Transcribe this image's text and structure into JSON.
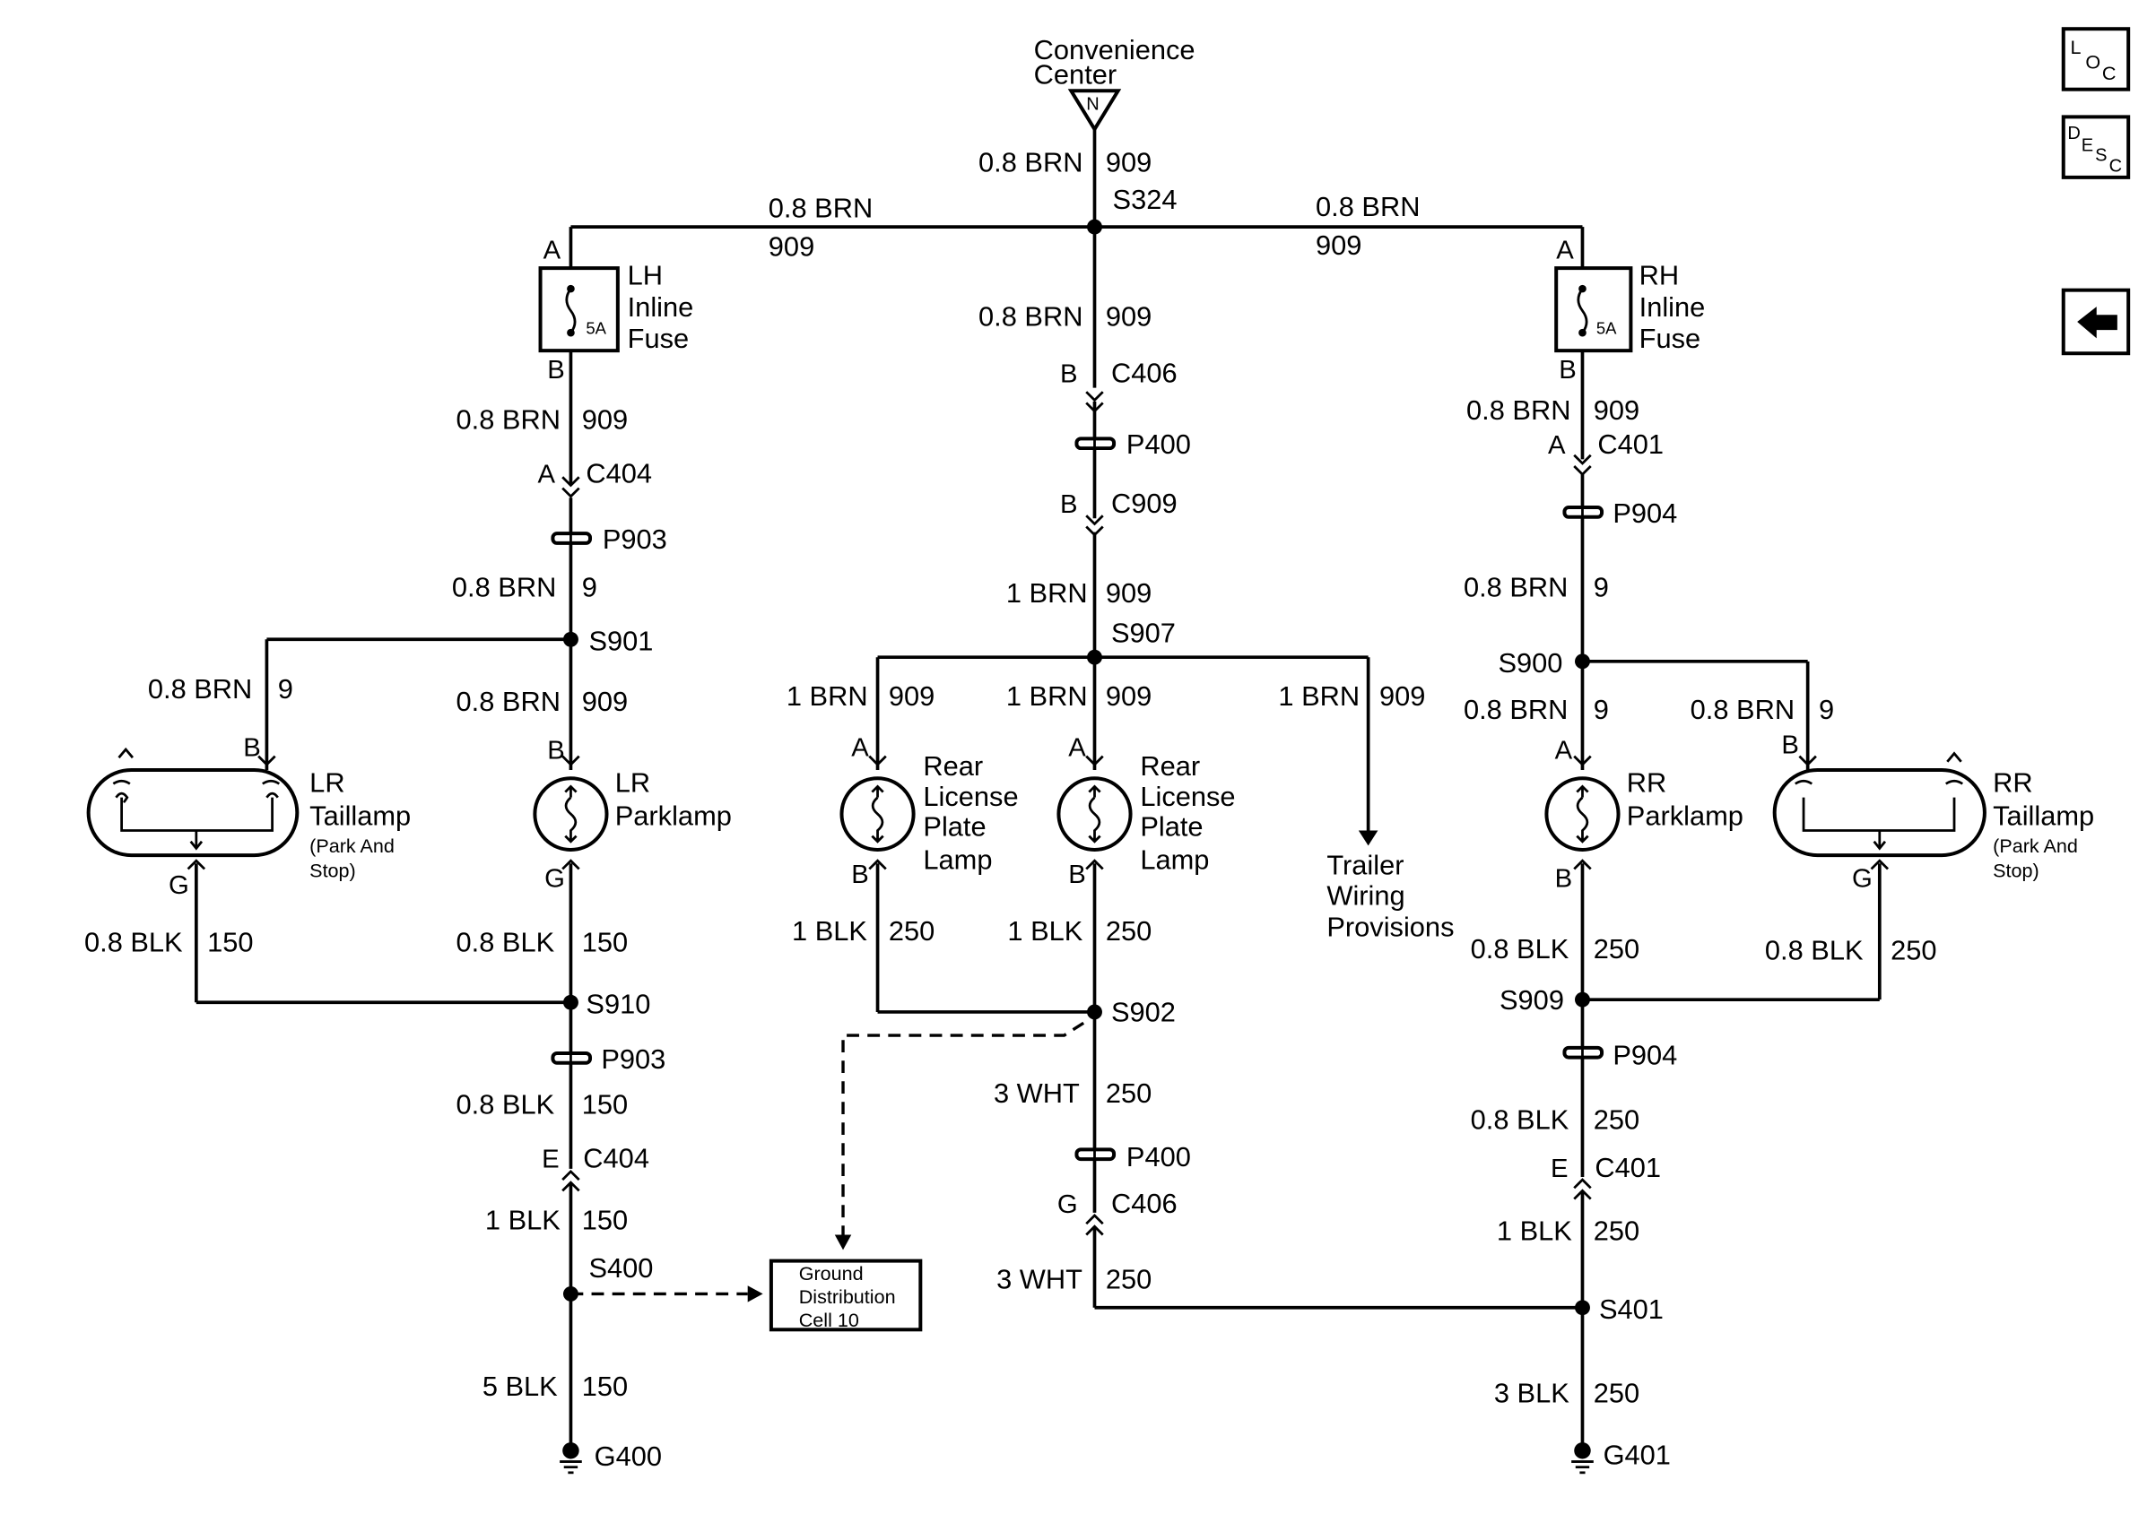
{
  "source": {
    "label": "Convenience Center",
    "pin": "N"
  },
  "fuses": {
    "rating": "5A"
  },
  "labels": [
    {
      "id": "feed-gauge",
      "t": "0.8 BRN"
    },
    {
      "id": "feed-circuit",
      "t": "909"
    },
    {
      "id": "s324",
      "t": "S324"
    },
    {
      "id": "bus-l-gauge",
      "t": "0.8 BRN"
    },
    {
      "id": "bus-l-circuit",
      "t": "909"
    },
    {
      "id": "bus-r-gauge",
      "t": "0.8 BRN"
    },
    {
      "id": "bus-r-circuit",
      "t": "909"
    },
    {
      "id": "lhfuse-pin-a",
      "t": "A"
    },
    {
      "id": "lhfuse-pin-b",
      "t": "B"
    },
    {
      "id": "lhfuse-name",
      "t": "LH"
    },
    {
      "id": "lhfuse-name2",
      "t": "Inline"
    },
    {
      "id": "lhfuse-name3",
      "t": "Fuse"
    },
    {
      "id": "rhfuse-pin-a",
      "t": "A"
    },
    {
      "id": "rhfuse-pin-b",
      "t": "B"
    },
    {
      "id": "rhfuse-name",
      "t": "RH"
    },
    {
      "id": "rhfuse-name2",
      "t": "Inline"
    },
    {
      "id": "rhfuse-name3",
      "t": "Fuse"
    },
    {
      "id": "l1-gauge",
      "t": "0.8 BRN"
    },
    {
      "id": "l1-circuit",
      "t": "909"
    },
    {
      "id": "c404-pin-a",
      "t": "A"
    },
    {
      "id": "c404-top",
      "t": "C404"
    },
    {
      "id": "p903-top",
      "t": "P903"
    },
    {
      "id": "l2-gauge",
      "t": "0.8 BRN"
    },
    {
      "id": "l2-circuit",
      "t": "9"
    },
    {
      "id": "s901",
      "t": "S901"
    },
    {
      "id": "lrt-gauge",
      "t": "0.8 BRN"
    },
    {
      "id": "lrt-circuit",
      "t": "9"
    },
    {
      "id": "lrp-gauge",
      "t": "0.8 BRN"
    },
    {
      "id": "lrp-circuit",
      "t": "909"
    },
    {
      "id": "lrt-pin-b",
      "t": "B"
    },
    {
      "id": "lrp-pin-b",
      "t": "B"
    },
    {
      "id": "lrt-name",
      "t": "LR"
    },
    {
      "id": "lrt-name2",
      "t": "Taillamp"
    },
    {
      "id": "lrt-sub",
      "t": "(Park And"
    },
    {
      "id": "lrt-sub2",
      "t": "Stop)"
    },
    {
      "id": "lrp-name",
      "t": "LR"
    },
    {
      "id": "lrp-name2",
      "t": "Parklamp"
    },
    {
      "id": "lrt-pin-g",
      "t": "G"
    },
    {
      "id": "lrp-pin-g",
      "t": "G"
    },
    {
      "id": "lrt-gnd-gauge",
      "t": "0.8 BLK"
    },
    {
      "id": "lrt-gnd-circuit",
      "t": "150"
    },
    {
      "id": "lrp-gnd-gauge",
      "t": "0.8 BLK"
    },
    {
      "id": "lrp-gnd-circuit",
      "t": "150"
    },
    {
      "id": "s910",
      "t": "S910"
    },
    {
      "id": "p903-bot",
      "t": "P903"
    },
    {
      "id": "l3-gauge",
      "t": "0.8 BLK"
    },
    {
      "id": "l3-circuit",
      "t": "150"
    },
    {
      "id": "c404-pin-e",
      "t": "E"
    },
    {
      "id": "c404-bot",
      "t": "C404"
    },
    {
      "id": "l4-gauge",
      "t": "1 BLK"
    },
    {
      "id": "l4-circuit",
      "t": "150"
    },
    {
      "id": "s400",
      "t": "S400"
    },
    {
      "id": "l5-gauge",
      "t": "5 BLK"
    },
    {
      "id": "l5-circuit",
      "t": "150"
    },
    {
      "id": "g400",
      "t": "G400"
    },
    {
      "id": "c1-gauge",
      "t": "0.8 BRN"
    },
    {
      "id": "c1-circuit",
      "t": "909"
    },
    {
      "id": "c406-pin-b",
      "t": "B"
    },
    {
      "id": "c406-top",
      "t": "C406"
    },
    {
      "id": "p400-top",
      "t": "P400"
    },
    {
      "id": "c909-pin-b",
      "t": "B"
    },
    {
      "id": "c909",
      "t": "C909"
    },
    {
      "id": "c2-gauge",
      "t": "1 BRN"
    },
    {
      "id": "c2-circuit",
      "t": "909"
    },
    {
      "id": "s907",
      "t": "S907"
    },
    {
      "id": "lp1-gauge",
      "t": "1 BRN"
    },
    {
      "id": "lp1-circuit",
      "t": "909"
    },
    {
      "id": "lp2-gauge",
      "t": "1 BRN"
    },
    {
      "id": "lp2-circuit",
      "t": "909"
    },
    {
      "id": "trl-gauge",
      "t": "1 BRN"
    },
    {
      "id": "trl-circuit",
      "t": "909"
    },
    {
      "id": "lp1-pin-a",
      "t": "A"
    },
    {
      "id": "lp2-pin-a",
      "t": "A"
    },
    {
      "id": "lp1-name",
      "t": "Rear"
    },
    {
      "id": "lp1-name2",
      "t": "License"
    },
    {
      "id": "lp1-name3",
      "t": "Plate"
    },
    {
      "id": "lp1-name4",
      "t": "Lamp"
    },
    {
      "id": "lp2-name",
      "t": "Rear"
    },
    {
      "id": "lp2-name2",
      "t": "License"
    },
    {
      "id": "lp2-name3",
      "t": "Plate"
    },
    {
      "id": "lp2-name4",
      "t": "Lamp"
    },
    {
      "id": "lp1-pin-b",
      "t": "B"
    },
    {
      "id": "lp2-pin-b",
      "t": "B"
    },
    {
      "id": "trl-name",
      "t": "Trailer"
    },
    {
      "id": "trl-name2",
      "t": "Wiring"
    },
    {
      "id": "trl-name3",
      "t": "Provisions"
    },
    {
      "id": "lp1-gnd-gauge",
      "t": "1 BLK"
    },
    {
      "id": "lp1-gnd-circuit",
      "t": "250"
    },
    {
      "id": "lp2-gnd-gauge",
      "t": "1 BLK"
    },
    {
      "id": "lp2-gnd-circuit",
      "t": "250"
    },
    {
      "id": "s902",
      "t": "S902"
    },
    {
      "id": "c3-gauge",
      "t": "3 WHT"
    },
    {
      "id": "c3-circuit",
      "t": "250"
    },
    {
      "id": "p400-bot",
      "t": "P400"
    },
    {
      "id": "c406-pin-g",
      "t": "G"
    },
    {
      "id": "c406-bot",
      "t": "C406"
    },
    {
      "id": "c4-gauge",
      "t": "3 WHT"
    },
    {
      "id": "c4-circuit",
      "t": "250"
    },
    {
      "id": "gdc-name",
      "t": "Ground"
    },
    {
      "id": "gdc-name2",
      "t": "Distribution"
    },
    {
      "id": "gdc-name3",
      "t": "Cell 10"
    },
    {
      "id": "r1-gauge",
      "t": "0.8 BRN"
    },
    {
      "id": "r1-circuit",
      "t": "909"
    },
    {
      "id": "c401-pin-a",
      "t": "A"
    },
    {
      "id": "c401-top",
      "t": "C401"
    },
    {
      "id": "p904-top",
      "t": "P904"
    },
    {
      "id": "r2-gauge",
      "t": "0.8 BRN"
    },
    {
      "id": "r2-circuit",
      "t": "9"
    },
    {
      "id": "s900",
      "t": "S900"
    },
    {
      "id": "rrp-gauge",
      "t": "0.8 BRN"
    },
    {
      "id": "rrp-circuit",
      "t": "9"
    },
    {
      "id": "rrt-gauge",
      "t": "0.8 BRN"
    },
    {
      "id": "rrt-circuit",
      "t": "9"
    },
    {
      "id": "rrp-pin-a",
      "t": "A"
    },
    {
      "id": "rrt-pin-b",
      "t": "B"
    },
    {
      "id": "rrp-name",
      "t": "RR"
    },
    {
      "id": "rrp-name2",
      "t": "Parklamp"
    },
    {
      "id": "rrt-name",
      "t": "RR"
    },
    {
      "id": "rrt-name2",
      "t": "Taillamp"
    },
    {
      "id": "rrt-sub",
      "t": "(Park And"
    },
    {
      "id": "rrt-sub2",
      "t": "Stop)"
    },
    {
      "id": "rrp-pin-b",
      "t": "B"
    },
    {
      "id": "rrt-pin-g",
      "t": "G"
    },
    {
      "id": "rrp-gnd-gauge",
      "t": "0.8 BLK"
    },
    {
      "id": "rrp-gnd-circuit",
      "t": "250"
    },
    {
      "id": "rrt-gnd-gauge",
      "t": "0.8 BLK"
    },
    {
      "id": "rrt-gnd-circuit",
      "t": "250"
    },
    {
      "id": "s909",
      "t": "S909"
    },
    {
      "id": "p904-bot",
      "t": "P904"
    },
    {
      "id": "r3-gauge",
      "t": "0.8 BLK"
    },
    {
      "id": "r3-circuit",
      "t": "250"
    },
    {
      "id": "c401-pin-e",
      "t": "E"
    },
    {
      "id": "c401-bot",
      "t": "C401"
    },
    {
      "id": "r4-gauge",
      "t": "1 BLK"
    },
    {
      "id": "r4-circuit",
      "t": "250"
    },
    {
      "id": "s401",
      "t": "S401"
    },
    {
      "id": "r5-gauge",
      "t": "3 BLK"
    },
    {
      "id": "r5-circuit",
      "t": "250"
    },
    {
      "id": "g401",
      "t": "G401"
    }
  ],
  "nav_buttons": {
    "loc": [
      "L",
      "O",
      "C"
    ],
    "desc": [
      "D",
      "E",
      "S",
      "C"
    ],
    "back_icon": "left-arrow-icon"
  }
}
